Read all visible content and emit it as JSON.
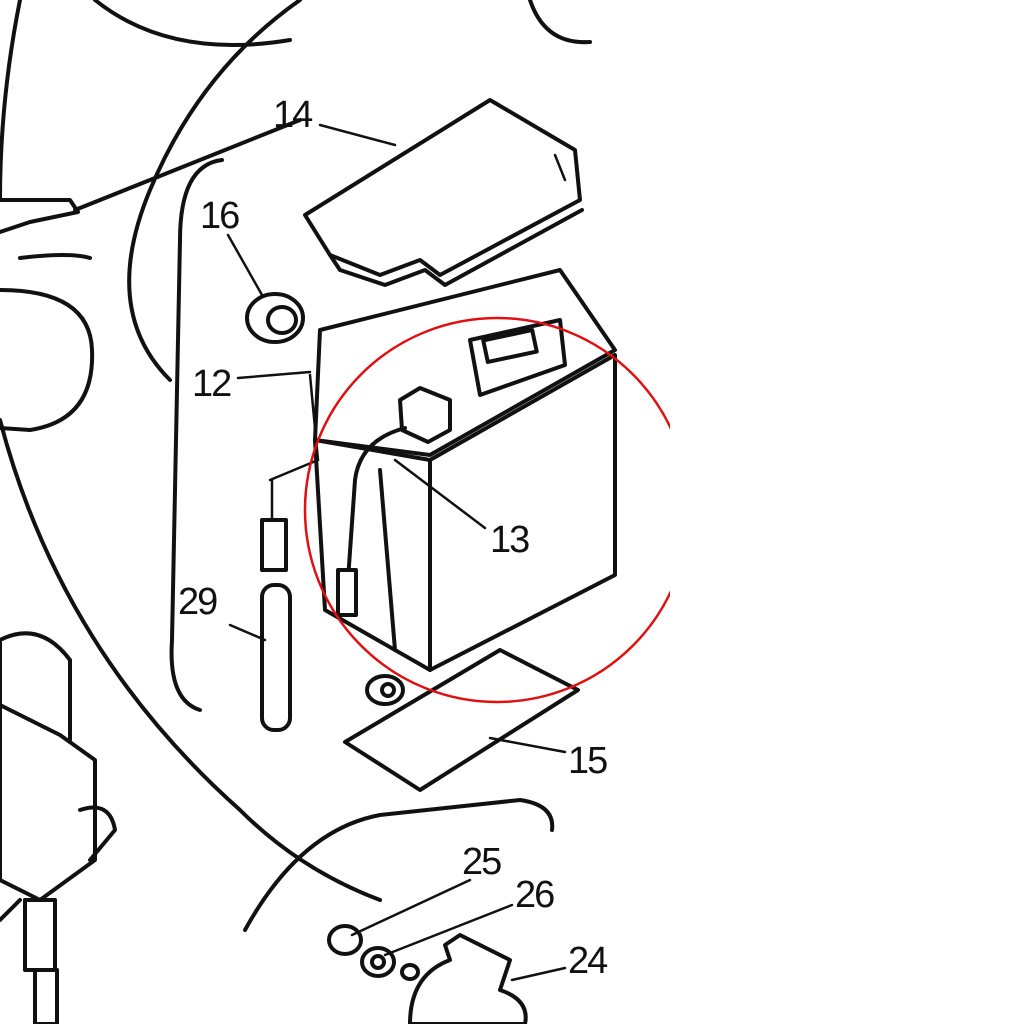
{
  "diagram": {
    "callouts": {
      "c14": "14",
      "c16": "16",
      "c12": "12",
      "c13": "13",
      "c29": "29",
      "c15": "15",
      "c25": "25",
      "c26": "26",
      "c24": "24"
    },
    "highlight_color": "#e01010",
    "line_color": "#111111"
  }
}
